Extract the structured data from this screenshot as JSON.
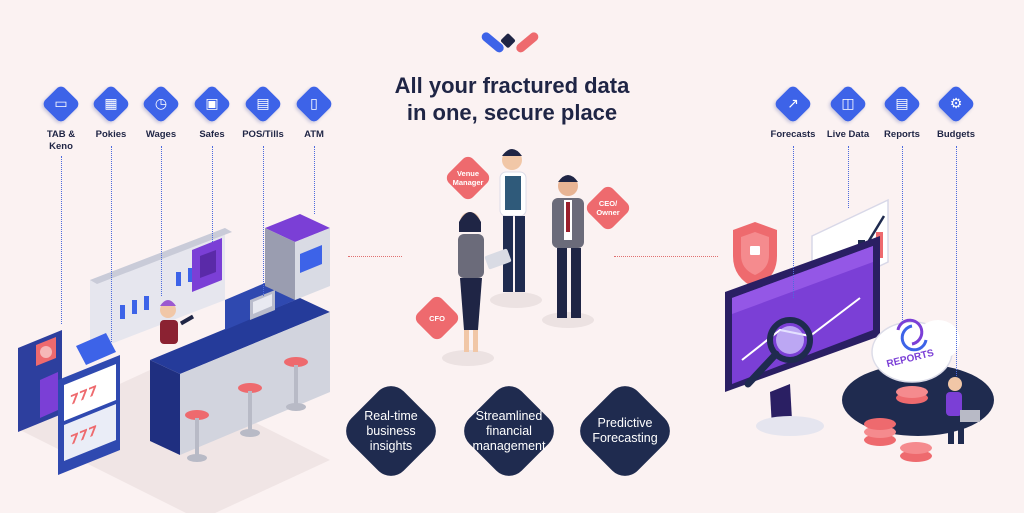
{
  "brand": {
    "logo_colors": [
      "#3d63e8",
      "#1f2545",
      "#ee6a6e"
    ]
  },
  "headline": {
    "line1": "All your fractured data",
    "line2": "in one, secure place"
  },
  "sources": [
    {
      "label": "TAB &\nKeno",
      "icon": "tab-keno-icon",
      "glyph": "▭"
    },
    {
      "label": "Pokies",
      "icon": "pokies-icon",
      "glyph": "▦"
    },
    {
      "label": "Wages",
      "icon": "clock-icon",
      "glyph": "◷"
    },
    {
      "label": "Safes",
      "icon": "safe-icon",
      "glyph": "▣"
    },
    {
      "label": "POS/Tills",
      "icon": "register-icon",
      "glyph": "▤"
    },
    {
      "label": "ATM",
      "icon": "atm-icon",
      "glyph": "▯"
    }
  ],
  "outputs": [
    {
      "label": "Forecasts",
      "icon": "forecast-chart-icon",
      "glyph": "↗"
    },
    {
      "label": "Live Data",
      "icon": "live-data-icon",
      "glyph": "◫"
    },
    {
      "label": "Reports",
      "icon": "report-icon",
      "glyph": "▤"
    },
    {
      "label": "Budgets",
      "icon": "budget-icon",
      "glyph": "⚙"
    }
  ],
  "roles": {
    "venue_manager": "Venue\nManager",
    "ceo_owner": "CEO/\nOwner",
    "cfo": "CFO"
  },
  "features": [
    {
      "text": "Real-time\nbusiness\ninsights"
    },
    {
      "text": "Streamlined\nfinancial\nmanagement"
    },
    {
      "text": "Predictive\nForecasting"
    }
  ],
  "illustration": {
    "reports_cloud_label": "REPORTS",
    "slot_machine_digits": "777"
  },
  "colors": {
    "accent_blue": "#3d63e8",
    "navy": "#1f2b4f",
    "coral": "#ee6a6e",
    "purple": "#7b3fd6",
    "background": "#fbf2f2"
  }
}
